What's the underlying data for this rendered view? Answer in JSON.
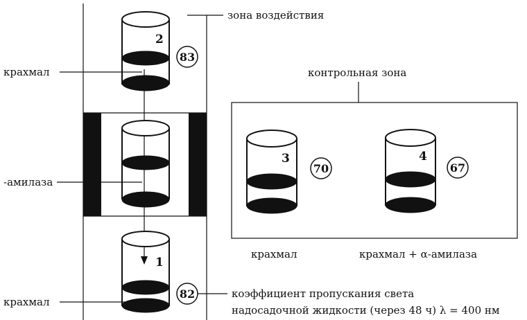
{
  "labels": {
    "impact_zone": "зона воздействия",
    "control_zone": "контрольная зона",
    "starch_top": "крахмал",
    "amylase": "-амилаза",
    "starch_bottom": "крахмал",
    "control_starch": "крахмал",
    "control_starch_amylase": "крахмал + α-амилаза",
    "caption_line1": "коэффициент пропускания света",
    "caption_line2": "надосадочной жидкости (через 48 ч) λ = 400 нм"
  },
  "tubes": [
    {
      "id": "2",
      "value": "83"
    },
    {
      "id": "1",
      "value": "82"
    },
    {
      "id": "3",
      "value": "70"
    },
    {
      "id": "4",
      "value": "67"
    }
  ]
}
